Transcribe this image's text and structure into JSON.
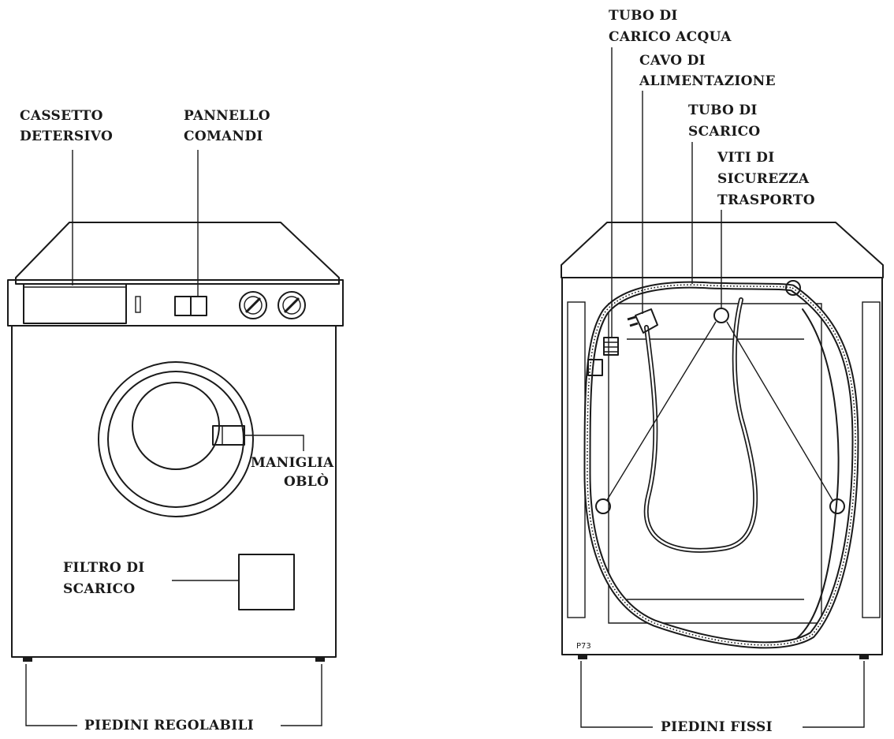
{
  "front_view": {
    "labels": {
      "detergent_drawer": [
        "CASSETTO",
        "DETERSIVO"
      ],
      "control_panel": [
        "PANNELLO",
        "COMANDI"
      ],
      "door_handle": [
        "MANIGLIA",
        "OBLÒ"
      ],
      "drain_filter": [
        "FILTRO DI",
        "SCARICO"
      ],
      "adjustable_feet": "PIEDINI REGOLABILI"
    }
  },
  "rear_view": {
    "labels": {
      "water_inlet_hose": [
        "TUBO DI",
        "CARICO ACQUA"
      ],
      "power_cable": [
        "CAVO DI",
        "ALIMENTAZIONE"
      ],
      "drain_hose": [
        "TUBO DI",
        "SCARICO"
      ],
      "transport_screws": [
        "VITI DI",
        "SICUREZZA",
        "TRASPORTO"
      ],
      "fixed_feet": "PIEDINI FISSI"
    },
    "figure_code": "P73"
  }
}
